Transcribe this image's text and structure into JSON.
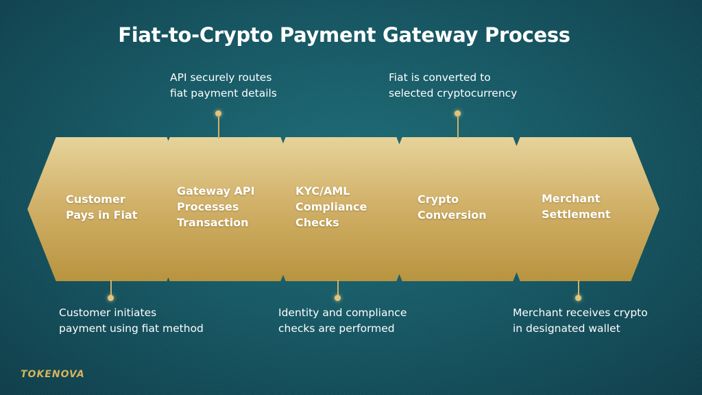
{
  "title": "Fiat-to-Crypto Payment Gateway Process",
  "brand": "TOKENOVA",
  "steps": [
    {
      "label": "Customer\nPays in Fiat",
      "note": "Customer initiates\npayment using fiat method"
    },
    {
      "label": "Gateway API\nProcesses\nTransaction",
      "note": "API securely routes\nfiat payment details"
    },
    {
      "label": "KYC/AML\nCompliance\nChecks",
      "note": "Identity and compliance\nchecks are performed"
    },
    {
      "label": "Crypto\nConversion",
      "note": "Fiat is converted to\nselected cryptocurrency"
    },
    {
      "label": "Merchant\nSettlement",
      "note": "Merchant receives crypto\nin designated wallet"
    }
  ],
  "colors": {
    "accent": "#d2b26a",
    "background": "#175a66",
    "text": "#ffffff"
  }
}
